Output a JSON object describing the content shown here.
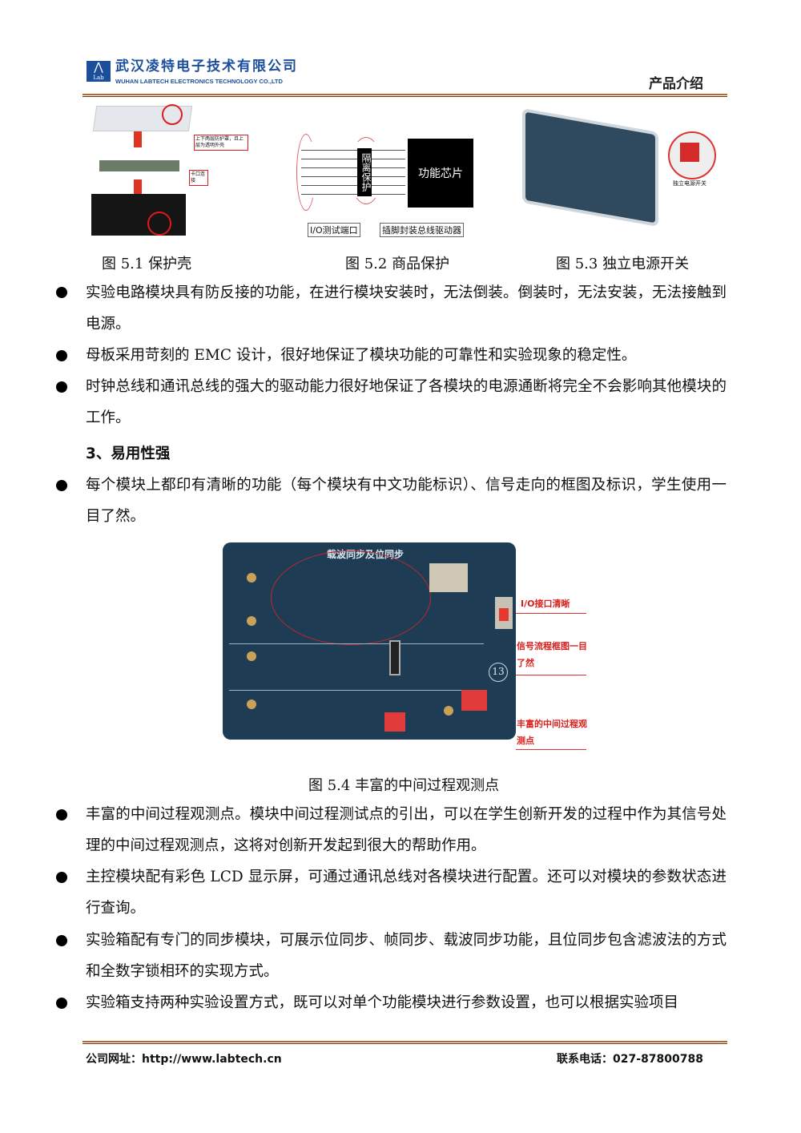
{
  "header": {
    "logo_text": "Lab Tech",
    "company_cn": "武汉凌特电子技术有限公司",
    "company_en": "WUHAN LABTECH ELECTRONICS TECHNOLOGY CO.,LTD",
    "section": "产品介绍"
  },
  "figures": [
    {
      "caption": "图 5.1 保护壳",
      "labels": [
        "上下两层防护罩，且上层为透明外壳",
        "卡口连接"
      ]
    },
    {
      "caption": "图 5.2 商品保护",
      "labels": [
        "隔离保护",
        "功能芯片",
        "I/O测试端口",
        "插脚封装总线驱动器"
      ]
    },
    {
      "caption": "图 5.3 独立电源开关",
      "labels": [
        "独立电源开关"
      ]
    }
  ],
  "bullets_a": [
    "实验电路模块具有防反接的功能，在进行模块安装时，无法倒装。倒装时，无法安装，无法接触到电源。",
    "母板采用苛刻的 EMC 设计，很好地保证了模块功能的可靠性和实验现象的稳定性。",
    "时钟总线和通讯总线的强大的驱动能力很好地保证了各模块的电源通断将完全不会影响其他模块的工作。"
  ],
  "heading": "3、易用性强",
  "bullets_b": [
    "每个模块上都印有清晰的功能（每个模块有中文功能标识）、信号走向的框图及标识，学生使用一目了然。"
  ],
  "figure4": {
    "caption": "图 5.4 丰富的中间过程观测点",
    "board_title": "载波同步及位同步",
    "board_number": "13",
    "annotations": [
      "I/O接口清晰",
      "信号流程框图一目了然",
      "丰富的中间过程观测点"
    ]
  },
  "bullets_c": [
    "丰富的中间过程观测点。模块中间过程测试点的引出，可以在学生创新开发的过程中作为其信号处理的中间过程观测点，这将对创新开发起到很大的帮助作用。",
    "主控模块配有彩色 LCD 显示屏，可通过通讯总线对各模块进行配置。还可以对模块的参数状态进行查询。",
    "实验箱配有专门的同步模块，可展示位同步、帧同步、载波同步功能，且位同步包含滤波法的方式和全数字锁相环的实现方式。",
    "实验箱支持两种实验设置方式，既可以对单个功能模块进行参数设置，也可以根据实验项目"
  ],
  "footer": {
    "website": "公司网址：http://www.labtech.cn",
    "phone": "联系电话：027-87800788"
  }
}
